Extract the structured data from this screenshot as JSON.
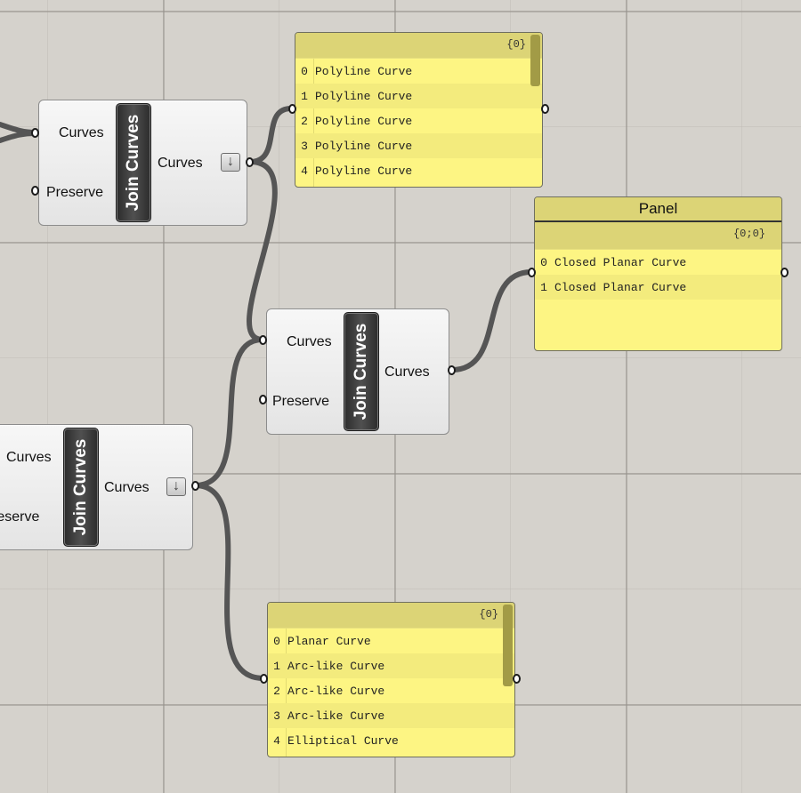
{
  "components": {
    "join_top": {
      "title": "Join Curves",
      "input1": "Curves",
      "input2": "Preserve",
      "output": "Curves",
      "flatten_icon": "↓"
    },
    "join_mid": {
      "title": "Join Curves",
      "input1": "Curves",
      "input2": "Preserve",
      "output": "Curves"
    },
    "join_bot": {
      "title": "Join Curves",
      "input1": "Curves",
      "input2": "reserve",
      "output": "Curves",
      "flatten_icon": "↓"
    }
  },
  "panels": {
    "top": {
      "path": "{0}",
      "rows": [
        {
          "i": "0",
          "text": "Polyline Curve"
        },
        {
          "i": "1",
          "text": "Polyline Curve"
        },
        {
          "i": "2",
          "text": "Polyline Curve"
        },
        {
          "i": "3",
          "text": "Polyline Curve"
        },
        {
          "i": "4",
          "text": "Polyline Curve"
        }
      ]
    },
    "right": {
      "title": "Panel",
      "path": "{0;0}",
      "rows": [
        {
          "i": "0",
          "text": "Closed Planar Curve"
        },
        {
          "i": "1",
          "text": "Closed Planar Curve"
        }
      ]
    },
    "bottom": {
      "path": "{0}",
      "rows": [
        {
          "i": "0",
          "text": "Planar Curve"
        },
        {
          "i": "1",
          "text": "Arc-like Curve"
        },
        {
          "i": "2",
          "text": "Arc-like Curve"
        },
        {
          "i": "3",
          "text": "Arc-like Curve"
        },
        {
          "i": "4",
          "text": "Elliptical Curve"
        }
      ]
    }
  },
  "colors": {
    "canvas": "#d5d2cc",
    "wire": "#555555",
    "panel_bg": "#fdf583",
    "panel_header": "#dcd476"
  }
}
